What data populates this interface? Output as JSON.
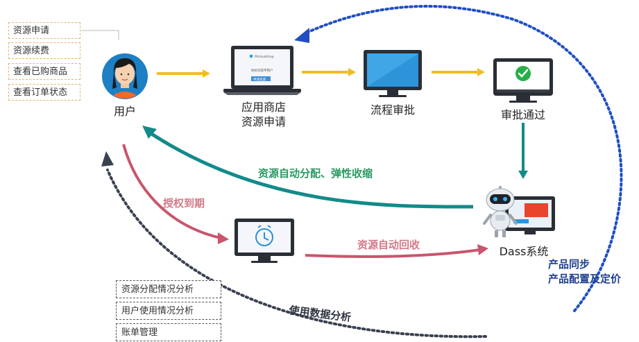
{
  "user_menu": [
    "资源申请",
    "资源续费",
    "查看已购商品",
    "查看订单状态"
  ],
  "nodes": {
    "user": "用户",
    "app_store": [
      "应用商店",
      "资源申请"
    ],
    "approval": "流程审批",
    "approved": "审批通过",
    "dass": "Dass系统"
  },
  "flows": {
    "auto_alloc": "资源自动分配、弹性收缩",
    "auth_expire": "授权到期",
    "auto_recycle": "资源自动回收",
    "data_analysis": "使用数据分析"
  },
  "sync": [
    "产品同步",
    "产品配置及定价"
  ],
  "analysis_menu": [
    "资源分配情况分析",
    "用户使用情况分析",
    "账单管理"
  ],
  "laptop_screen": {
    "brand": "Ptcloudshop",
    "line1": "你好日常申用户",
    "button": "申请资源"
  },
  "colors": {
    "arrow_yellow": "#f2bd24",
    "arrow_teal": "#138a8a",
    "arrow_pink": "#c8566c",
    "arrow_blue": "#1f4fc2",
    "arrow_dark": "#3a4150",
    "label_green": "#2a9a62",
    "label_pink": "#d27a88",
    "sync_blue": "#1f3f8f"
  }
}
